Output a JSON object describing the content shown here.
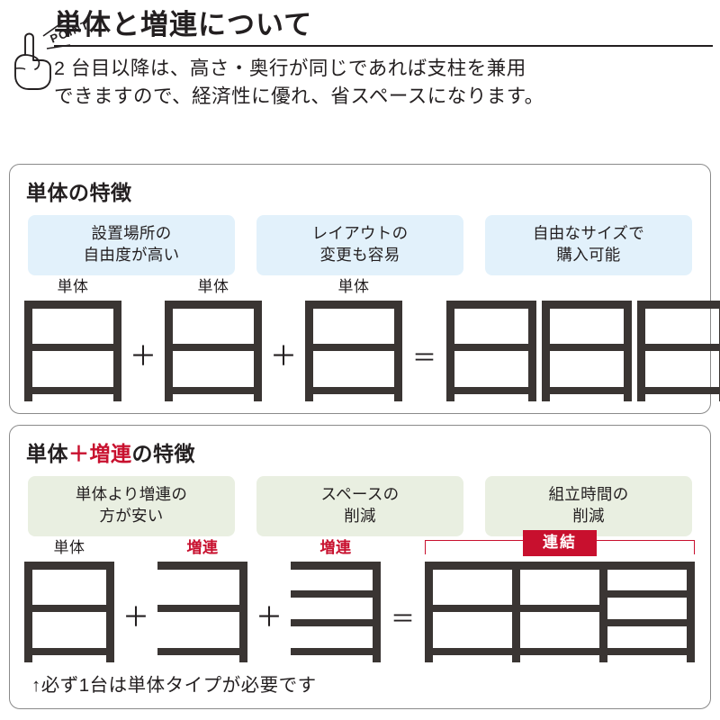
{
  "header": {
    "point_badge": "POINT",
    "title": "単体と増連について",
    "lede_line1": "2 台目以降は、高さ・奥行が同じであれば支柱を兼用",
    "lede_line2": "できますので、経済性に優れ、省スペースになります。"
  },
  "colors": {
    "accent_red": "#c8102e",
    "ink": "#231f20",
    "shelf": "#3a3533",
    "pill_blue": "#e2f1fb",
    "pill_green": "#e9efe1"
  },
  "section_tantai": {
    "title": "単体の特徴",
    "pills": [
      {
        "line1": "設置場所の",
        "line2": "自由度が高い"
      },
      {
        "line1": "レイアウトの",
        "line2": "変更も容易"
      },
      {
        "line1": "自由なサイズで",
        "line2": "購入可能"
      }
    ],
    "diagram": {
      "unit_labels": [
        "単体",
        "単体",
        "単体"
      ],
      "operators": [
        "＋",
        "＋"
      ],
      "equals": "＝",
      "result_unit_count": 3
    }
  },
  "section_zouren": {
    "title_part1": "単体",
    "title_plus": "＋",
    "title_part2": "増連",
    "title_part3": "の特徴",
    "pills": [
      {
        "line1": "単体より増連の",
        "line2": "方が安い"
      },
      {
        "line1": "スペースの",
        "line2": "削減"
      },
      {
        "line1": "組立時間の",
        "line2": "削減"
      }
    ],
    "diagram": {
      "unit_labels": [
        "単体",
        "増連",
        "増連"
      ],
      "operators": [
        "＋",
        "＋"
      ],
      "equals": "＝",
      "link_badge": "連結"
    },
    "footnote": "↑必ず1台は単体タイプが必要です"
  }
}
